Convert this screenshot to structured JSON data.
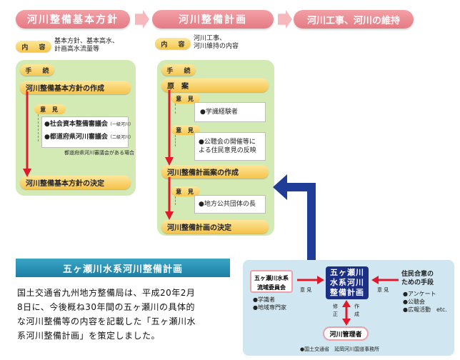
{
  "flow": {
    "step1": "河川整備基本方針",
    "step2": "河川整備計画",
    "step3": "河川工事、河川の維持"
  },
  "left": {
    "content_tag": "内 容",
    "content_text_1": "基本方針、基本高水、",
    "content_text_2": "計画高水流量等",
    "procedure_tag": "手 続",
    "create_bar": "河川整備基本方針の作成",
    "opinion_tag": "意 見",
    "opinion_item_1": "●社会資本整備審議会",
    "opinion_item_1_note": "（一級河川）",
    "opinion_item_2": "●都道府県河川審議会",
    "opinion_item_2_note": "（二級河川）",
    "opinion_item_note": "都道府県河川審議会がある場合",
    "decide_bar": "河川整備基本方針の決定"
  },
  "right": {
    "content_tag": "内 容",
    "content_text_1": "河川工事、",
    "content_text_2": "河川維持の内容",
    "procedure_tag": "手 続",
    "draft_bar": "原　案",
    "opinion1_tag": "意 見",
    "opinion1_item": "●学識経験者",
    "opinion2_tag": "意 見",
    "opinion2_item_1": "●公聴会の開催等に",
    "opinion2_item_2": "よる住民意見の反映",
    "plan_draft_bar": "河川整備計画案の作成",
    "opinion3_tag": "意 見",
    "opinion3_item": "●地方公共団体の長",
    "decide_bar": "河川整備計画の決定"
  },
  "summary": {
    "title": "五ヶ瀬川水系河川整備計画",
    "line1": "国土交通省九州地方整備局は、平成20年2月",
    "line2": "8日に、今後概ね30年間の五ヶ瀬川の具体的",
    "line3": "な河川整備等の内容を記載した「五ヶ瀬川水",
    "line4": "系河川整備計画」を策定しました。"
  },
  "inset": {
    "left_box_1": "五ヶ瀬川水系",
    "left_box_2": "流域委員会",
    "left_list_1": "●学識者",
    "left_list_2": "●地域専門家",
    "arrow_left_label": "意 見",
    "center_1": "五ヶ瀬川",
    "center_2": "水系河川",
    "center_3": "整備計画",
    "arrow_right_label": "意 見",
    "right_title_1": "住民合意の",
    "right_title_2": "ための手段",
    "right_list_1": "●アンケート",
    "right_list_2": "●公聴会",
    "right_list_3": "●広報活動　etc.",
    "vert_left_1": "修",
    "vert_left_2": "正",
    "vert_right_1": "作",
    "vert_right_2": "成",
    "admin": "河川管理者",
    "footer": "●国土交通省　延岡河川国道事務所"
  },
  "colors": {
    "pink": "#e57a84",
    "yellow": "#f5c24a",
    "green_panel": "#d4eab4",
    "red_arrow": "#e0192b",
    "blue_arrow": "#1f3c96",
    "title_blue": "#1b7fa4"
  }
}
